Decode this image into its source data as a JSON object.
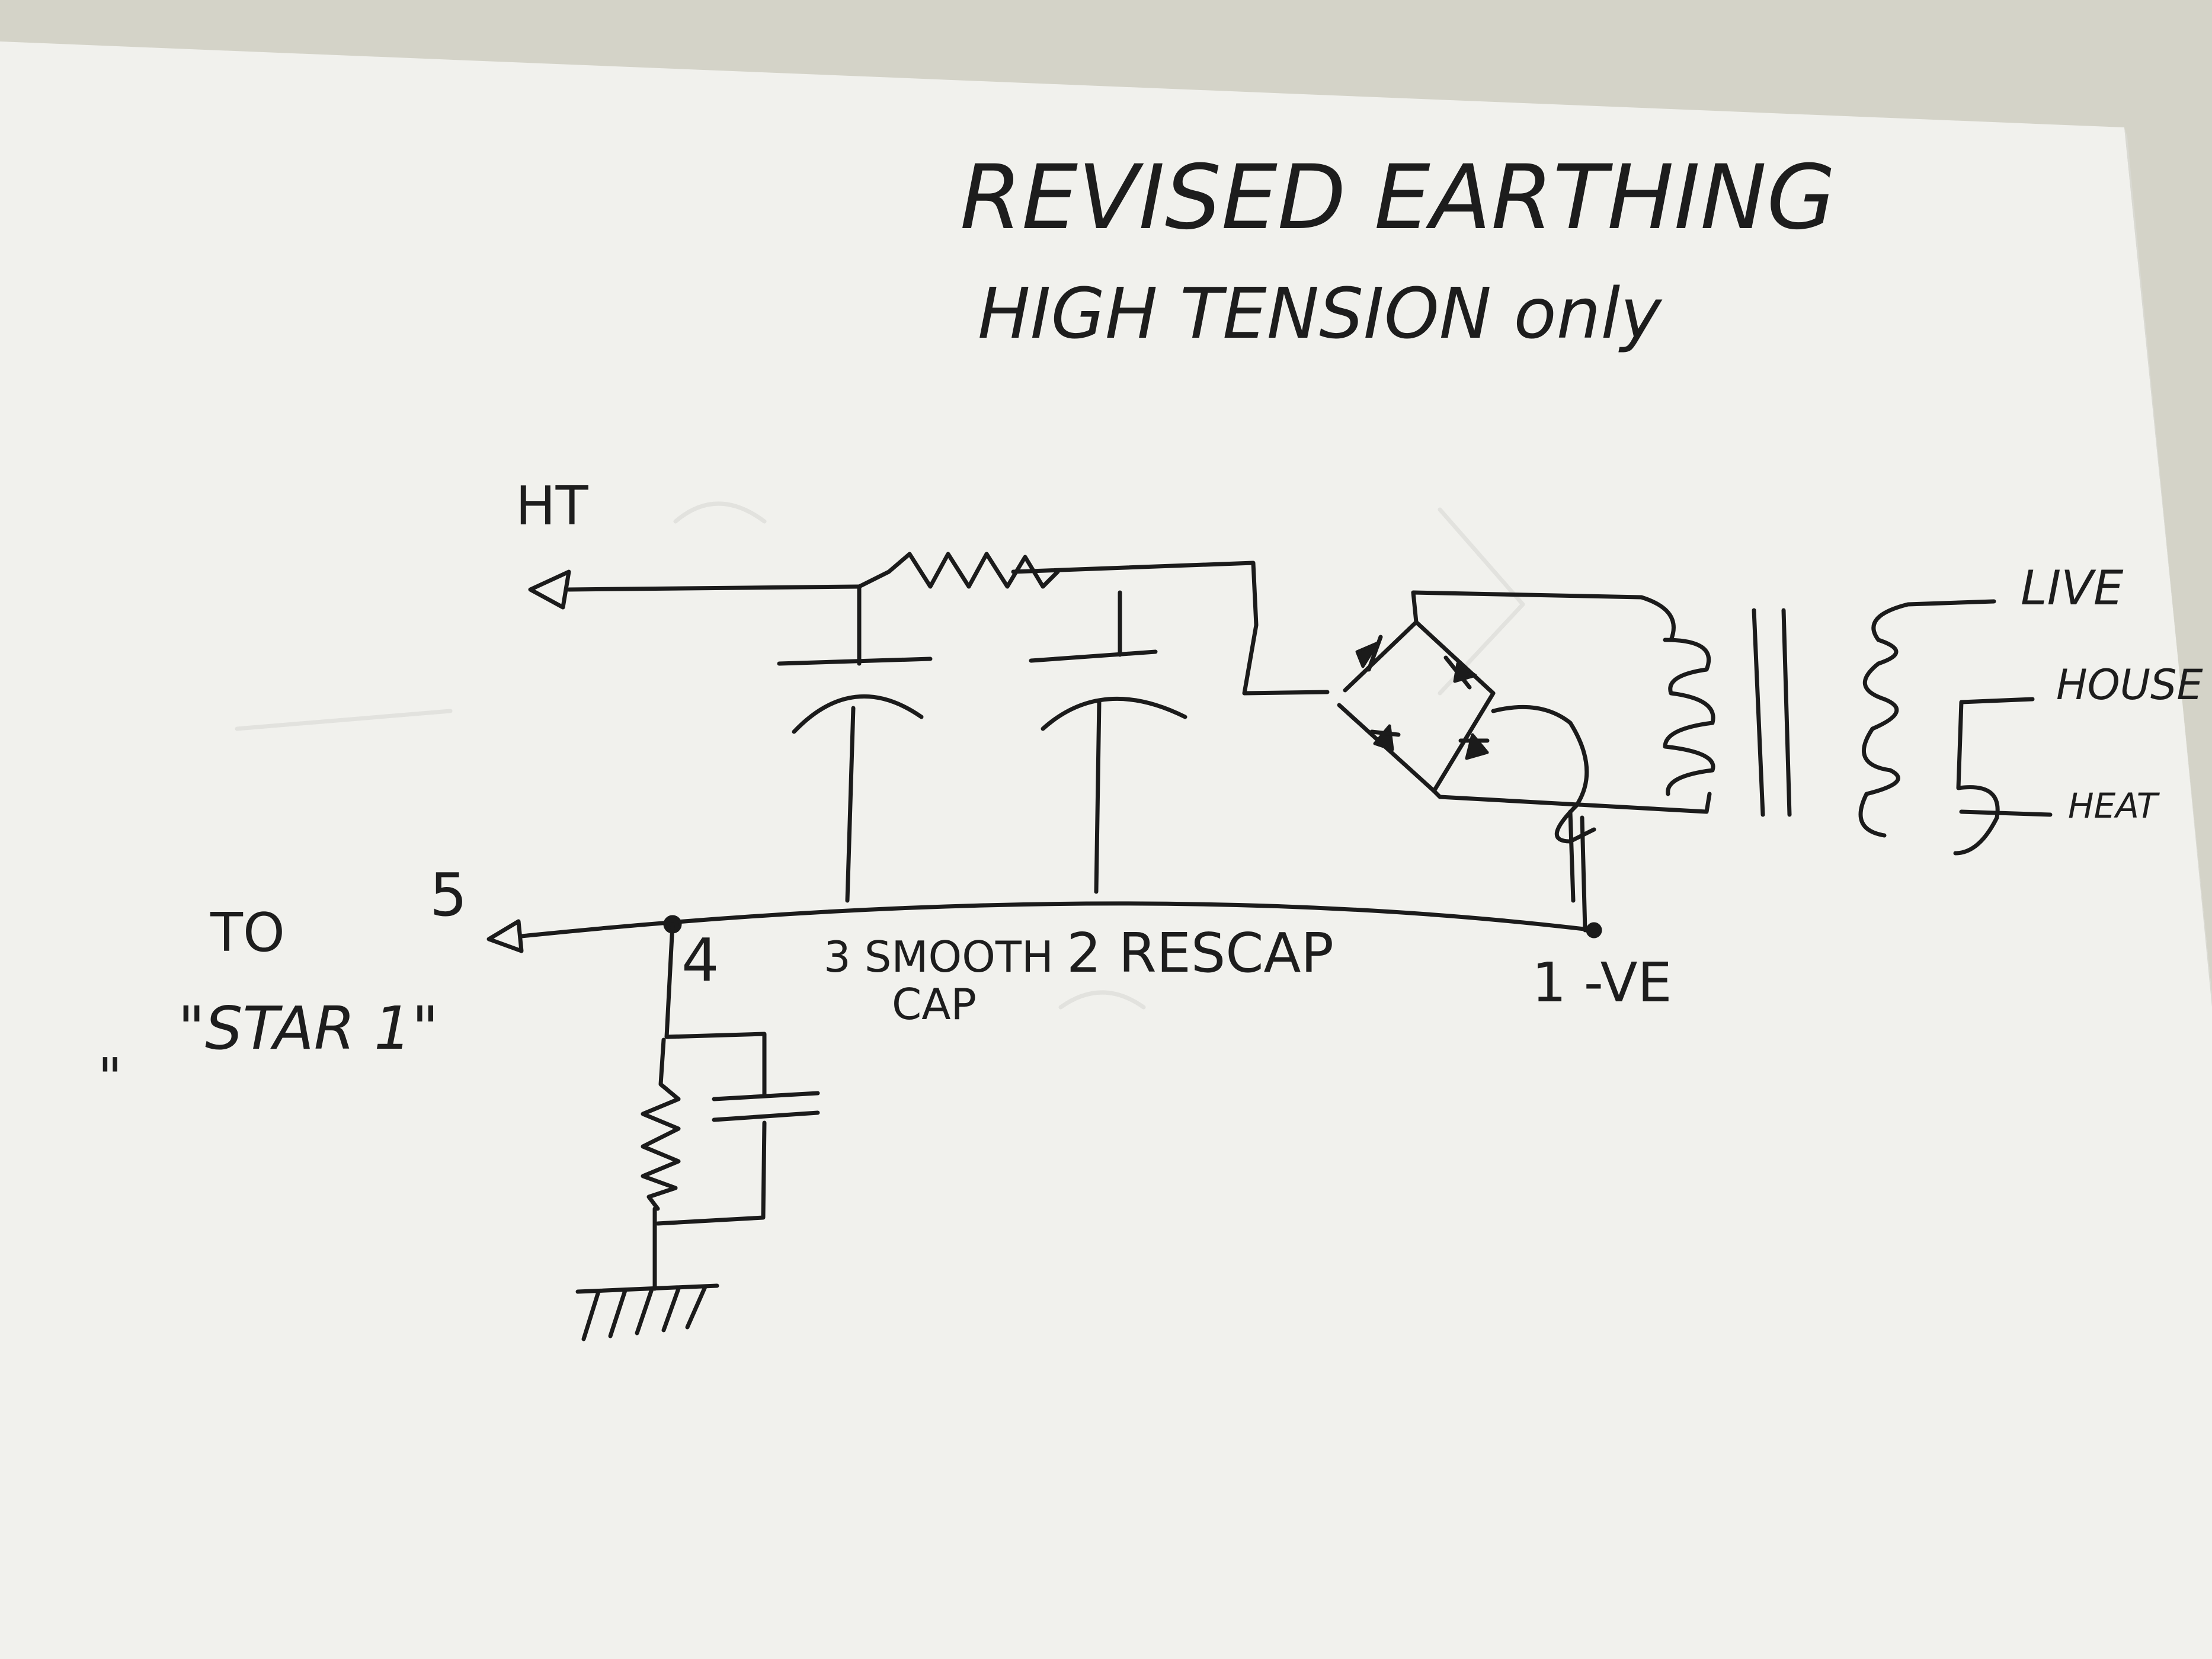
{
  "title": {
    "line1": "REVISED   EARTHING",
    "line2": "HIGH TENSION only"
  },
  "labels": {
    "ht": "HT",
    "live": "LIVE",
    "house": "HOUSE",
    "heat": "HEAT",
    "to": "TO",
    "star1": "\"STAR 1\"",
    "open_quote": "\"",
    "node5": "5",
    "node4": "4",
    "node3": "3 SMOOTH",
    "node3b": "CAP",
    "node2": "2 RESCAP",
    "node1": "1 -VE"
  },
  "colors": {
    "paper": "#f2f2ee",
    "ink": "#1b1b1b",
    "background": "#d8d7cc"
  }
}
